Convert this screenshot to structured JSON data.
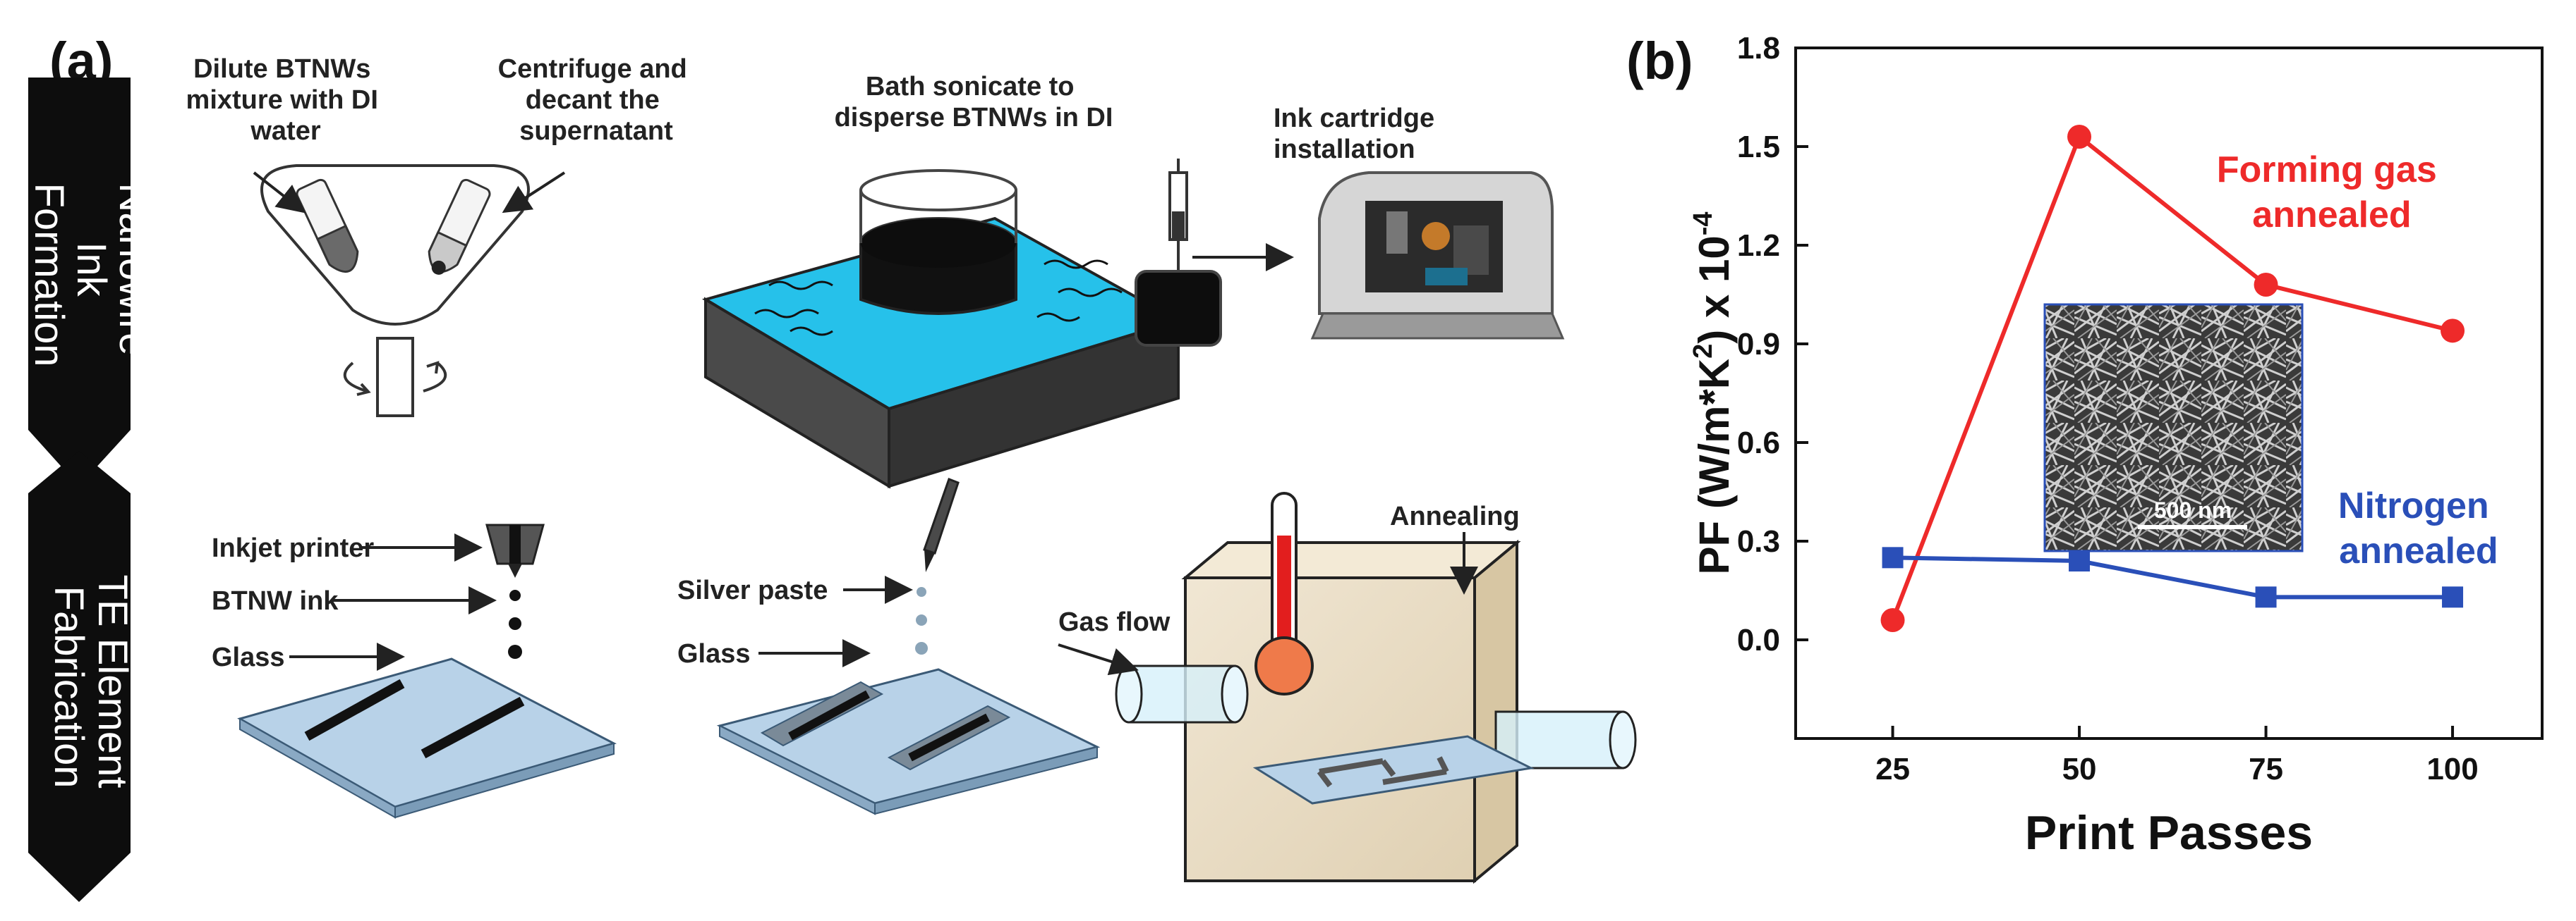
{
  "figure": {
    "panel_a_label": "(a)",
    "panel_b_label": "(b)",
    "stage1_title_lines": [
      "Nanowire",
      "Ink",
      "Formation"
    ],
    "stage2_title_lines": [
      "TE Element",
      "Fabrication"
    ],
    "steps": {
      "dilute_lines": [
        "Dilute BTNWs",
        "mixture with DI",
        "water"
      ],
      "centrifuge_lines": [
        "Centrifuge and",
        "decant the",
        "supernatant"
      ],
      "sonicate_lines": [
        "Bath sonicate to",
        "disperse BTNWs in DI"
      ],
      "cartridge_lines": [
        "Ink cartridge",
        "installation"
      ],
      "inkjet_printer": "Inkjet printer",
      "btnw_ink": "BTNW ink",
      "glass_1": "Glass",
      "silver_paste": "Silver paste",
      "glass_2": "Glass",
      "gas_flow": "Gas flow",
      "annealing": "Annealing"
    },
    "inset_scale_text": "500 nm"
  },
  "chart_data": {
    "type": "line",
    "xlabel": "Print Passes",
    "ylabel_parts": {
      "main": "PF (W/m*K",
      "sup2": "2",
      "mid": ") x 10",
      "supexp": "-4"
    },
    "x": [
      25,
      50,
      75,
      100
    ],
    "x_ticks": [
      "25",
      "50",
      "75",
      "100"
    ],
    "xlim": [
      12,
      112
    ],
    "ylim": [
      -0.3,
      1.8
    ],
    "y_ticks": [
      "0.0",
      "0.3",
      "0.6",
      "0.9",
      "1.2",
      "1.5",
      "1.8"
    ],
    "y_tick_values": [
      0.0,
      0.3,
      0.6,
      0.9,
      1.2,
      1.5,
      1.8
    ],
    "grid": false,
    "series": [
      {
        "name": "Forming gas annealed",
        "name_lines": [
          "Forming gas",
          "annealed"
        ],
        "values": [
          0.06,
          1.53,
          1.08,
          0.94
        ],
        "color": "#ee2a2a",
        "marker": "circle"
      },
      {
        "name": "Nitrogen annealed",
        "name_lines": [
          "Nitrogen",
          "annealed"
        ],
        "values": [
          0.25,
          0.24,
          0.13,
          0.13
        ],
        "color": "#2a4fb8",
        "marker": "square"
      }
    ]
  }
}
